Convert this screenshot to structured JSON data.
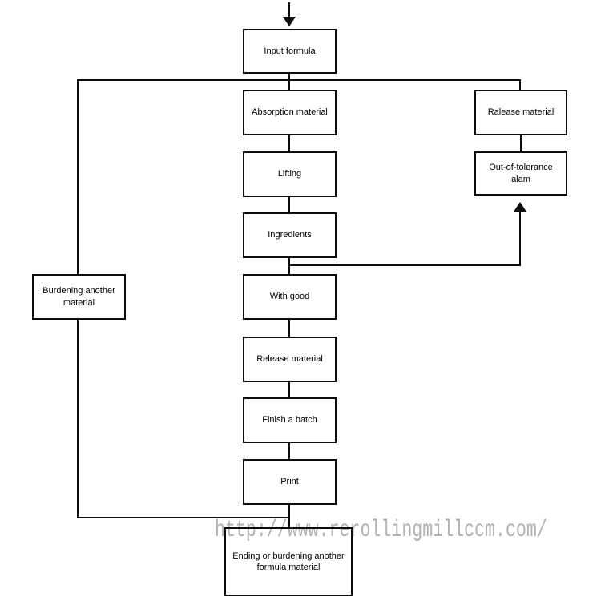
{
  "diagram_type": "flowchart",
  "watermark": "http://www.rerollingmillccm.com/",
  "colors": {
    "line": "#0d0d0d",
    "box_border": "#0d0d0d",
    "box_fill": "#ffffff",
    "text": "#000000",
    "watermark": "#b2b2b2",
    "background": "#ffffff"
  },
  "nodes": {
    "input_formula": {
      "label": "Input formula"
    },
    "absorption_material": {
      "label": "Absorption material"
    },
    "lifting": {
      "label": "Lifting"
    },
    "ingredients": {
      "label": "Ingredients"
    },
    "with_good": {
      "label": "With good"
    },
    "release_material": {
      "label": "Release material"
    },
    "finish_a_batch": {
      "label": "Finish a batch"
    },
    "print": {
      "label": "Print"
    },
    "ending": {
      "label": "Ending or burdening another\nformula material"
    },
    "ralease_material": {
      "label": "Ralease material"
    },
    "out_of_tolerance_alam": {
      "label": "Out-of-tolerance\nalam"
    },
    "burdening_another_material": {
      "label": "Burdening another\nmaterial"
    }
  },
  "edges": [
    {
      "from": "start",
      "to": "input_formula",
      "arrow": true
    },
    {
      "from": "input_formula",
      "to": "absorption_material",
      "arrow": false
    },
    {
      "from": "absorption_material",
      "to": "lifting",
      "arrow": false
    },
    {
      "from": "lifting",
      "to": "ingredients",
      "arrow": false
    },
    {
      "from": "ingredients",
      "to": "with_good",
      "arrow": false
    },
    {
      "from": "with_good",
      "to": "release_material",
      "arrow": false
    },
    {
      "from": "release_material",
      "to": "finish_a_batch",
      "arrow": false
    },
    {
      "from": "finish_a_batch",
      "to": "print",
      "arrow": false
    },
    {
      "from": "print",
      "to": "ending",
      "arrow": false
    },
    {
      "from": "input_formula",
      "to": "ralease_material",
      "arrow": false
    },
    {
      "from": "ralease_material",
      "to": "out_of_tolerance_alam",
      "arrow": false
    },
    {
      "from": "ingredients",
      "to": "out_of_tolerance_alam",
      "arrow": true
    },
    {
      "from": "input_formula",
      "to": "burdening_another_material",
      "arrow": false
    },
    {
      "from": "burdening_another_material",
      "to": "ending",
      "arrow": false
    }
  ]
}
